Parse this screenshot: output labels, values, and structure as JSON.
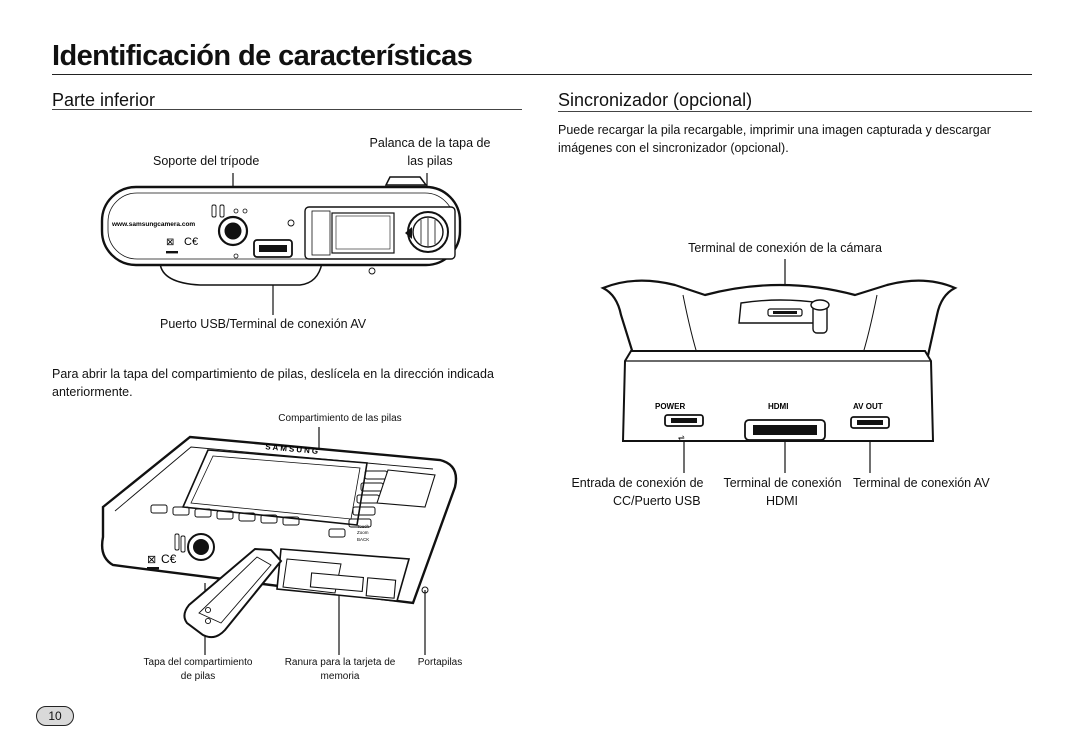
{
  "page": {
    "title": "Identificación de características",
    "number": "10"
  },
  "bottom_section": {
    "heading": "Parte inferior",
    "label_tripod": "Soporte del trípode",
    "label_lever_line1": "Palanca de la tapa de",
    "label_lever_line2": "las pilas",
    "label_usb": "Puerto USB/Terminal de conexión AV",
    "camera_url": "www.samsungcamera.com",
    "instructions": "Para abrir la tapa del compartimiento de pilas, deslícela en la dirección indicada anteriormente.",
    "label_battery_compartment": "Compartimiento de las pilas",
    "brand": "SAMSUNG",
    "label_cover_line1": "Tapa del compartimiento",
    "label_cover_line2": "de pilas",
    "label_card_line1": "Ranura para la tarjeta de",
    "label_card_line2": "memoria",
    "label_holder": "Portapilas",
    "touch_label": "Touch Zoom",
    "back_label": "BACK"
  },
  "cradle_section": {
    "heading": "Sincronizador (opcional)",
    "description": "Puede recargar la pila recargable, imprimir una imagen capturada y descargar imágenes con el sincronizador (opcional).",
    "label_camera_terminal": "Terminal de conexión de la cámara",
    "port_power": "POWER",
    "port_hdmi": "HDMI",
    "port_avout": "AV OUT",
    "label_dc_line1": "Entrada de conexión de",
    "label_dc_line2": "CC/Puerto USB",
    "label_hdmi_line1": "Terminal de conexión",
    "label_hdmi_line2": "HDMI",
    "label_av": "Terminal de conexión AV"
  }
}
